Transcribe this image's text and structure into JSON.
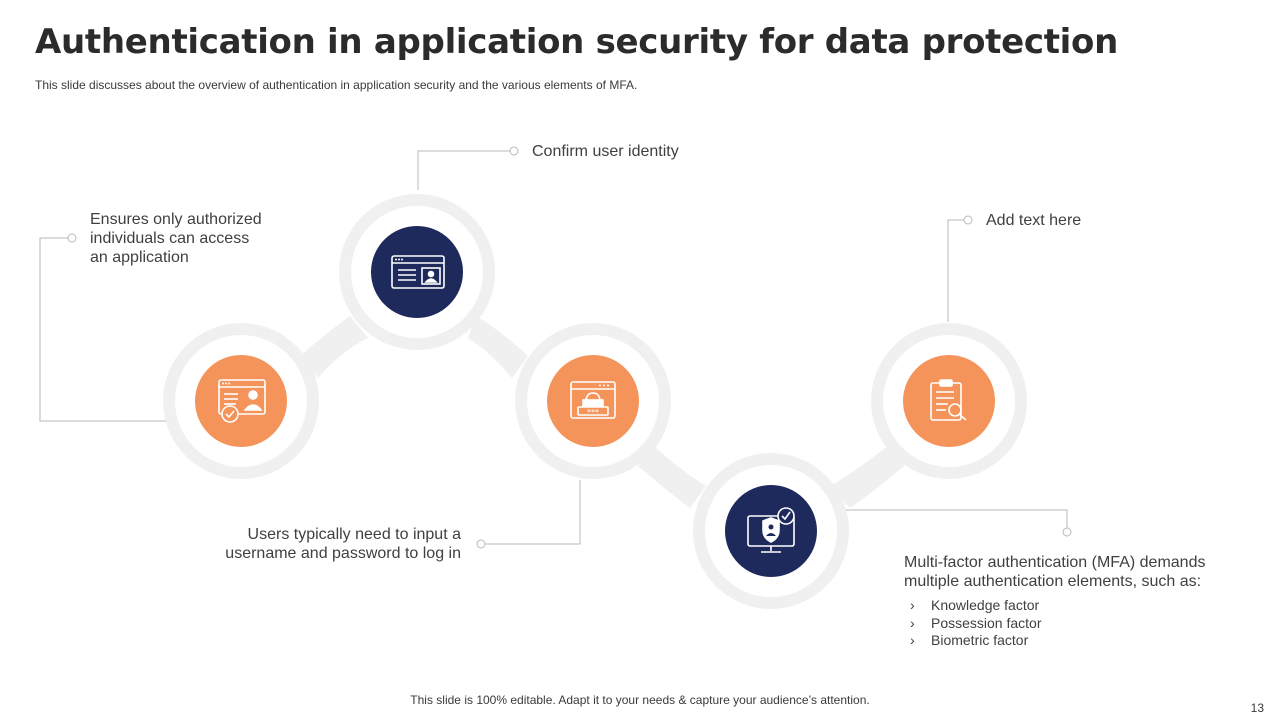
{
  "slide": {
    "title": "Authentication in application security for data protection",
    "subtitle": "This slide discusses about the overview of authentication in application security and the various elements of MFA.",
    "footer": "This slide is 100% editable. Adapt it to your needs & capture your audience’s attention.",
    "page_number": "13"
  },
  "colors": {
    "navy": "#1f2a5c",
    "orange": "#f4935a",
    "ring": "#f0f0f0",
    "connector": "#b8b8b8"
  },
  "nodes": [
    {
      "id": "node-1",
      "color": "orange",
      "icon": "user-profile-check-icon"
    },
    {
      "id": "node-2",
      "color": "navy",
      "icon": "browser-id-card-icon"
    },
    {
      "id": "node-3",
      "color": "orange",
      "icon": "browser-password-lock-icon"
    },
    {
      "id": "node-4",
      "color": "navy",
      "icon": "monitor-user-shield-icon"
    },
    {
      "id": "node-5",
      "color": "orange",
      "icon": "clipboard-search-icon"
    }
  ],
  "labels": {
    "authorized_access": [
      "Ensures only authorized",
      "individuals can access",
      "an application"
    ],
    "confirm_identity": "Confirm user identity",
    "username_password": [
      "Users typically need to input a",
      "username and password to log in"
    ],
    "add_text": "Add text here",
    "mfa_intro": [
      "Multi-factor authentication (MFA) demands",
      "multiple authentication elements, such as:"
    ],
    "mfa_factors": [
      "Knowledge factor",
      "Possession factor",
      "Biometric factor"
    ]
  }
}
